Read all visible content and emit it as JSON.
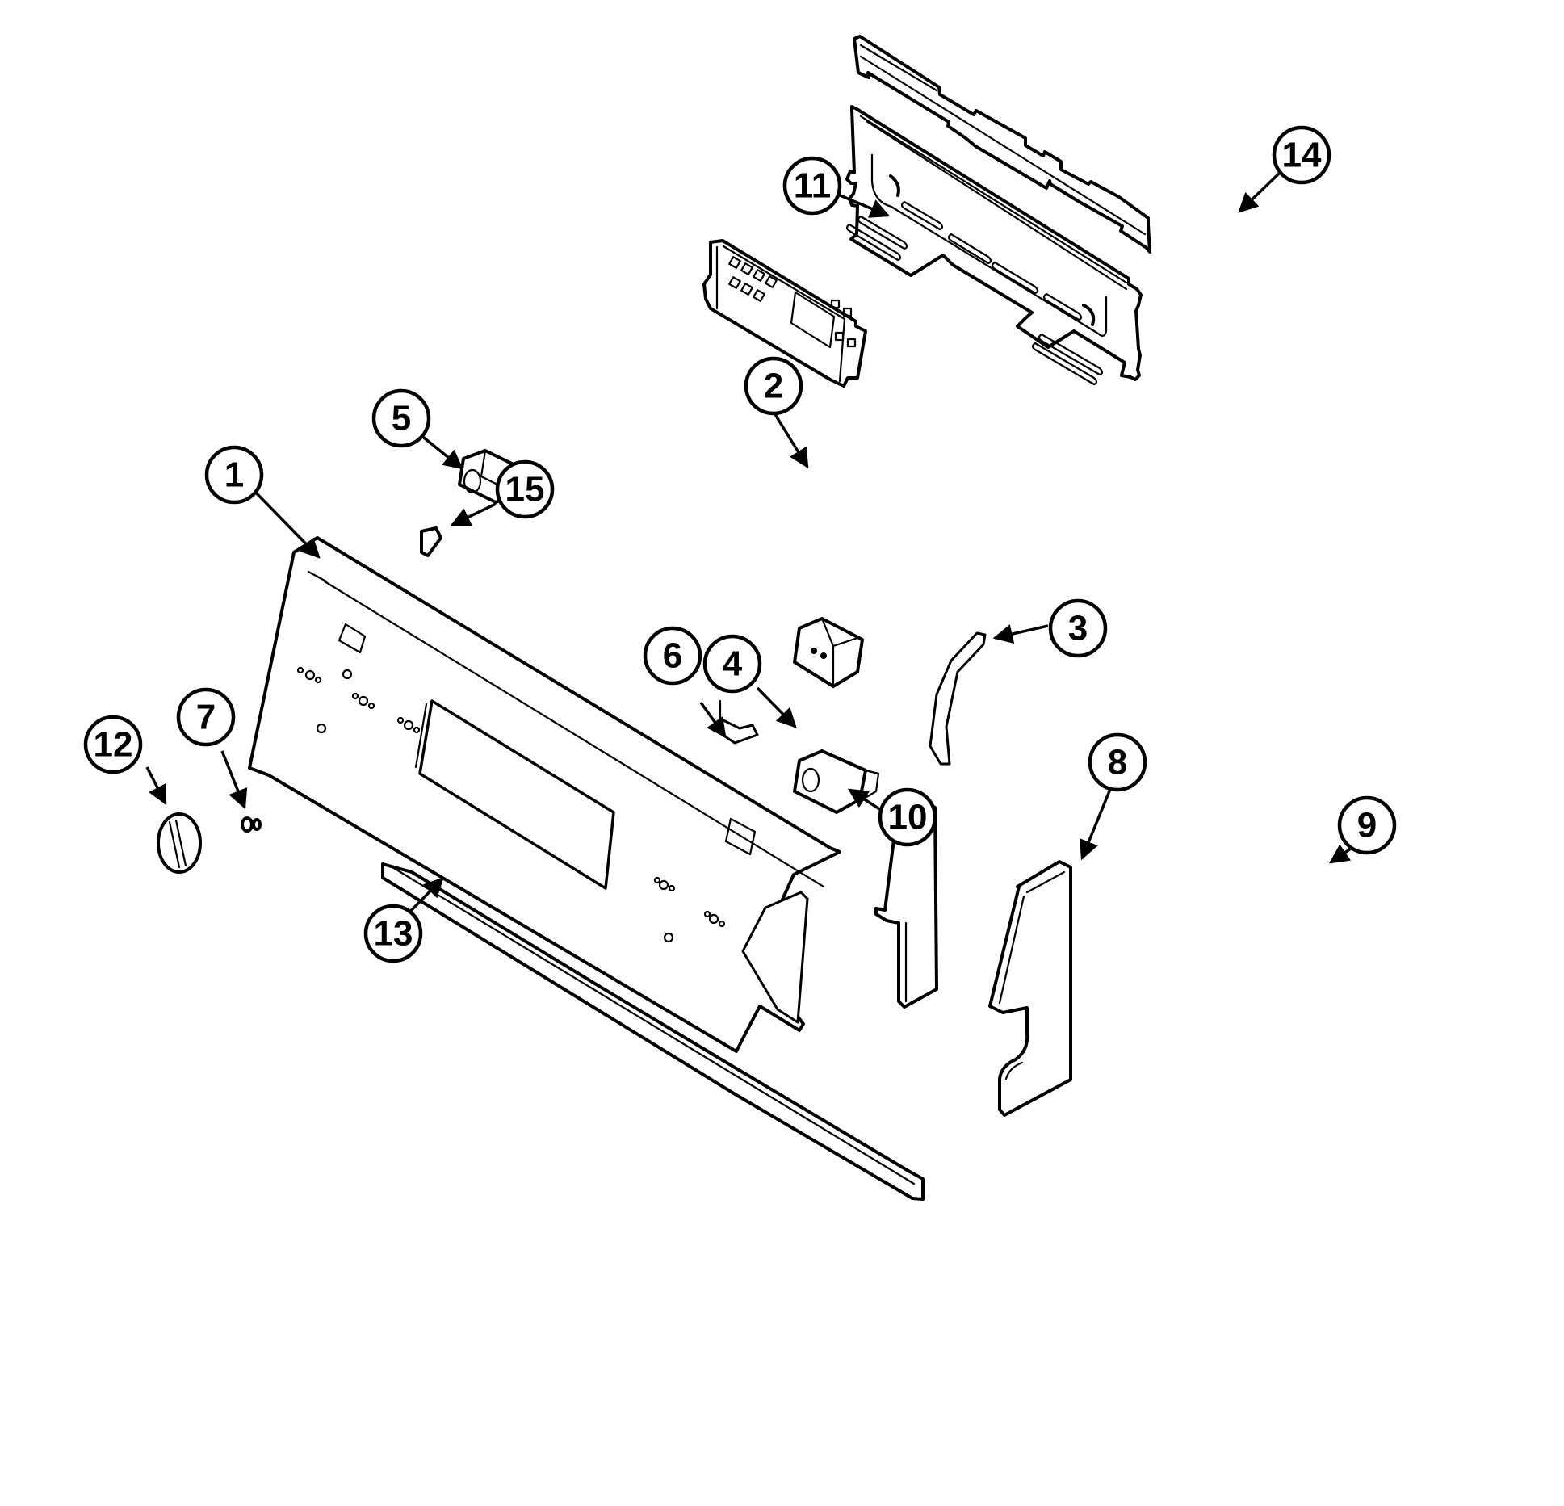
{
  "diagram": {
    "type": "exploded-parts-diagram",
    "subject": "Range control panel assembly",
    "colors": {
      "line": "#000000",
      "background": "#ffffff"
    },
    "callouts": [
      {
        "id": "1",
        "label": "1",
        "part": "control-panel"
      },
      {
        "id": "2",
        "label": "2",
        "part": "electronic-clock-control-board"
      },
      {
        "id": "3",
        "label": "3",
        "part": "bracket"
      },
      {
        "id": "4",
        "label": "4",
        "part": "relay-box"
      },
      {
        "id": "5",
        "label": "5",
        "part": "rocker-switch"
      },
      {
        "id": "6",
        "label": "6",
        "part": "switch-clip"
      },
      {
        "id": "7",
        "label": "7",
        "part": "indicator-light"
      },
      {
        "id": "8",
        "label": "8",
        "part": "left-end-cap"
      },
      {
        "id": "9",
        "label": "9",
        "part": "right-end-cap"
      },
      {
        "id": "10",
        "label": "10",
        "part": "rocker-switch"
      },
      {
        "id": "11",
        "label": "11",
        "part": "rear-panel"
      },
      {
        "id": "12",
        "label": "12",
        "part": "control-knob"
      },
      {
        "id": "13",
        "label": "13",
        "part": "trim-strip"
      },
      {
        "id": "14",
        "label": "14",
        "part": "top-trim"
      },
      {
        "id": "15",
        "label": "15",
        "part": "switch-clip"
      }
    ]
  }
}
